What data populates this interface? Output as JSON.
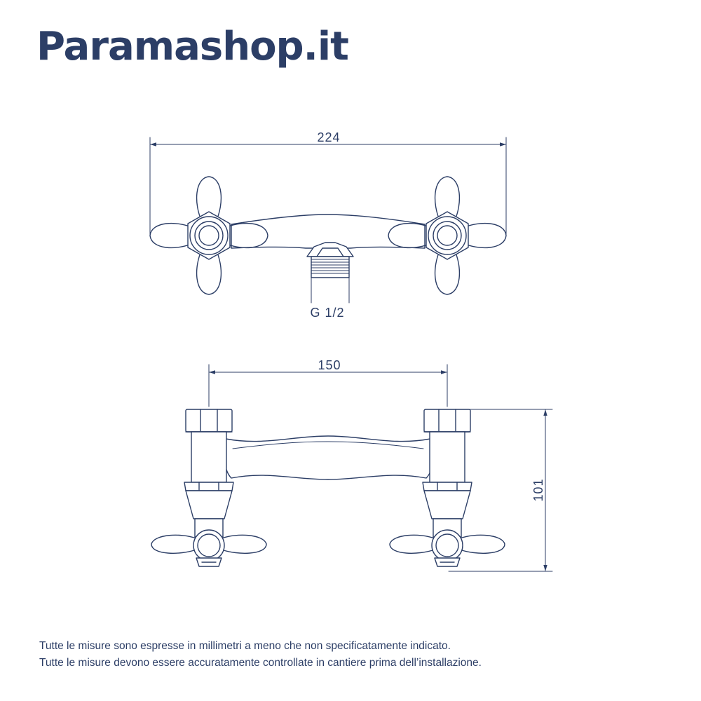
{
  "brand": {
    "name": "Paramashop.it"
  },
  "dimensions": {
    "overall_width": "224",
    "thread": "G 1/2",
    "centers": "150",
    "height": "101"
  },
  "notes": [
    "Tutte le misure sono espresse in millimetri a meno che non specificatamente indicato.",
    "Tutte le misure devono essere accuratamente controllate in cantiere prima dell’installazione."
  ],
  "colors": {
    "line": "#2c3e66",
    "background": "#ffffff"
  }
}
